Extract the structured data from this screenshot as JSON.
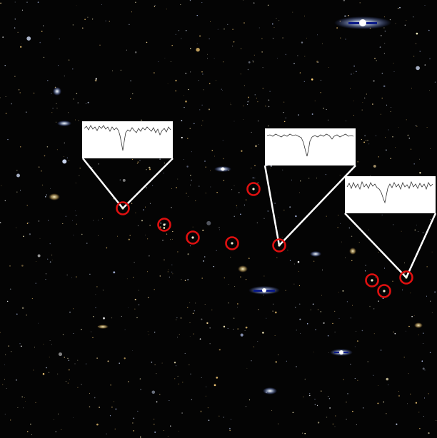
{
  "image": {
    "subject": "deep-field-galaxies",
    "background_color": "#030303",
    "marker_color": "#e01010",
    "inset_background": "#ffffff",
    "connector_color": "#ffffff",
    "spectrum_line_color": "#333333"
  },
  "markers_count": 9,
  "insets_count": 3
}
